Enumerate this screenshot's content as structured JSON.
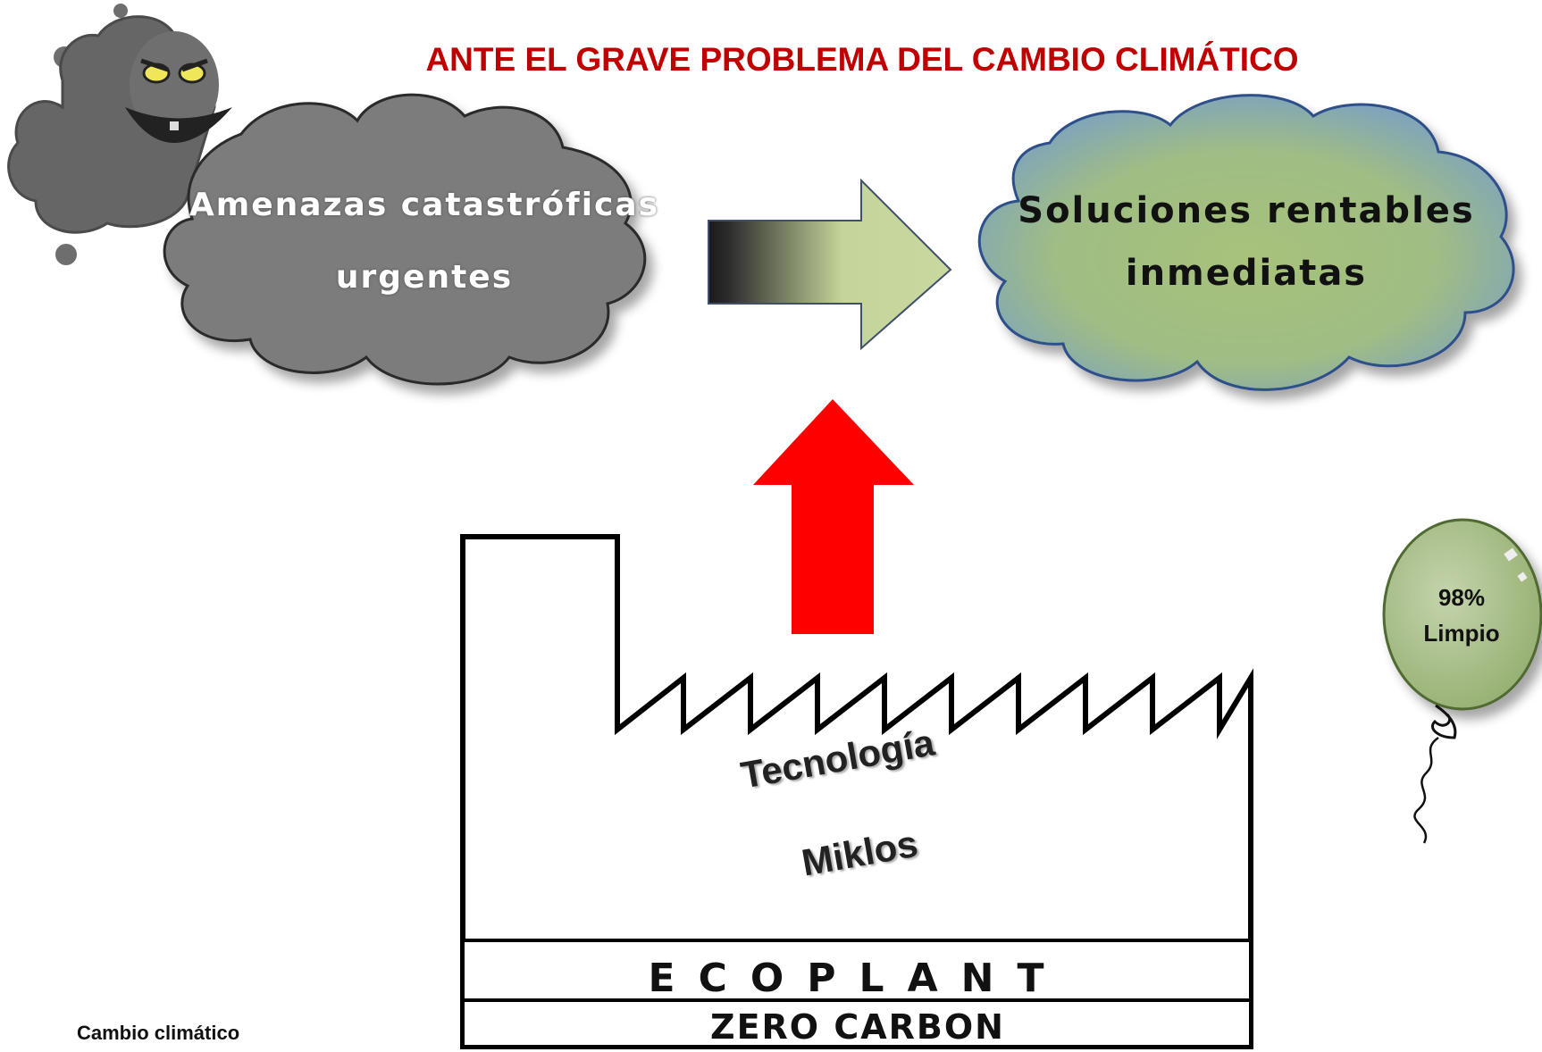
{
  "title": "ANTE EL GRAVE PROBLEMA DEL CAMBIO CLIMÁTICO",
  "left_cloud": {
    "line1": "Amenazas catastróficas",
    "line2": "urgentes"
  },
  "right_cloud": {
    "line1": "Soluciones rentables",
    "line2": "inmediatas"
  },
  "factory": {
    "line1": "Tecnología",
    "line2": "Miklos",
    "brand": "ECOPLANT",
    "sub": "ZERO CARBON"
  },
  "balloon": {
    "percent": "98%",
    "label": "Limpio"
  },
  "footer": "Cambio climático",
  "colors": {
    "title": "#c00000",
    "up_arrow": "#ff0000",
    "dark_cloud": "#787878",
    "green_balloon": "#9ab27a"
  }
}
